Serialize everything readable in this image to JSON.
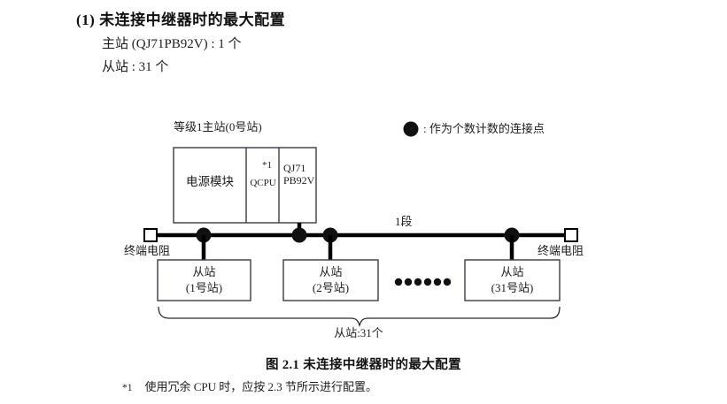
{
  "heading": {
    "title": "(1) 未连接中继器时的最大配置",
    "line1": "主站 (QJ71PB92V) : 1 个",
    "line2": "从站 : 31 个"
  },
  "diagram": {
    "master": {
      "caption": "等级1主站(0号站)",
      "cells": [
        {
          "label": "电源模块"
        },
        {
          "label": "QCPU",
          "note": "*1"
        },
        {
          "label": "QJ71\nPB92V"
        }
      ]
    },
    "legend": {
      "marker": "filled-circle",
      "text": ": 作为个数计数的连接点"
    },
    "bus": {
      "segment_label": "1段",
      "terminator_left": "终端电阻",
      "terminator_right": "终端电阻",
      "connection_point_count": 4
    },
    "slaves": [
      {
        "name": "从站",
        "station": "(1号站)"
      },
      {
        "name": "从站",
        "station": "(2号站)"
      },
      {
        "name": "从站",
        "station": "(31号站)"
      }
    ],
    "ellipsis_dots": 6,
    "brace_label": "从站:31个"
  },
  "caption": "图 2.1  未连接中继器时的最大配置",
  "footnote": {
    "mark": "*1",
    "text": "使用冗余 CPU 时，应按 2.3 节所示进行配置。"
  },
  "colors": {
    "ink": "#1a1a1a",
    "line": "#000000",
    "box_border": "#3a3a48",
    "brace": "#2b2b2b"
  }
}
